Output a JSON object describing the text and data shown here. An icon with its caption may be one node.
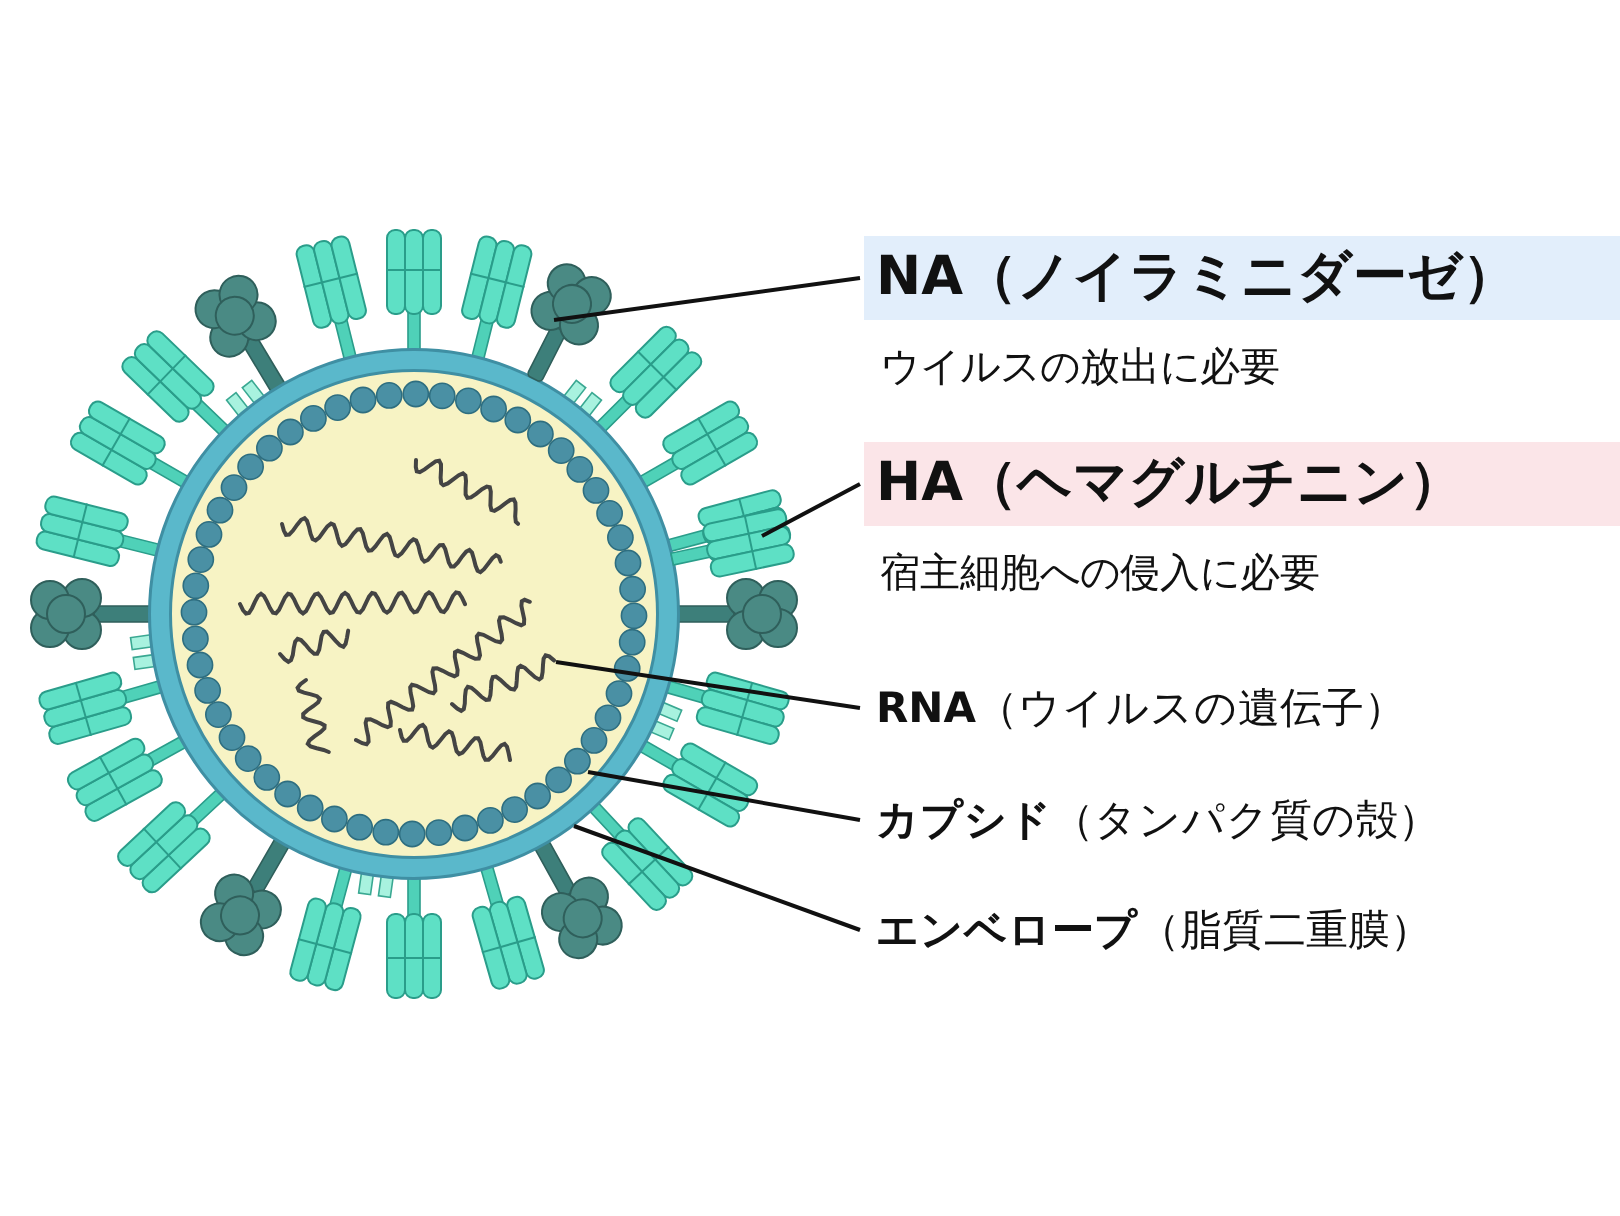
{
  "diagram": {
    "nodes": [
      {
        "text": [
          "NA（ノイラミニダーゼ）",
          "ウイルスの放出に必要"
        ]
      },
      {
        "text": [
          "HA（ヘマグルチニン）",
          "宿主細胞への侵入に必要"
        ]
      },
      {
        "text": [
          "**RNA**（ウイルスの遺伝子）"
        ]
      },
      {
        "text": [
          "**カプシド**（タンパク質の殻）"
        ]
      },
      {
        "text": [
          "**エンベロープ**（脂質二重膜）"
        ]
      },
      {
        "text": [],
        "shape": "circle"
      },
      {
        "text": [],
        "shape": "picture"
      },
      {
        "text": [],
        "shape": "picture"
      },
      {
        "text": [],
        "shape": "picture",
        "in": 5
      },
      {
        "text": [],
        "shape": "circle",
        "in": 5
      }
    ],
    "edges": [
      {
        "from": 0,
        "to": 6,
        "arrow": "none"
      },
      {
        "from": 1,
        "to": 7,
        "arrow": "none"
      },
      {
        "from": 2,
        "to": 8,
        "arrow": "none"
      },
      {
        "from": 3,
        "to": 9,
        "arrow": "none"
      },
      {
        "from": 4,
        "to": 5,
        "arrow": "none"
      }
    ]
  }
}
